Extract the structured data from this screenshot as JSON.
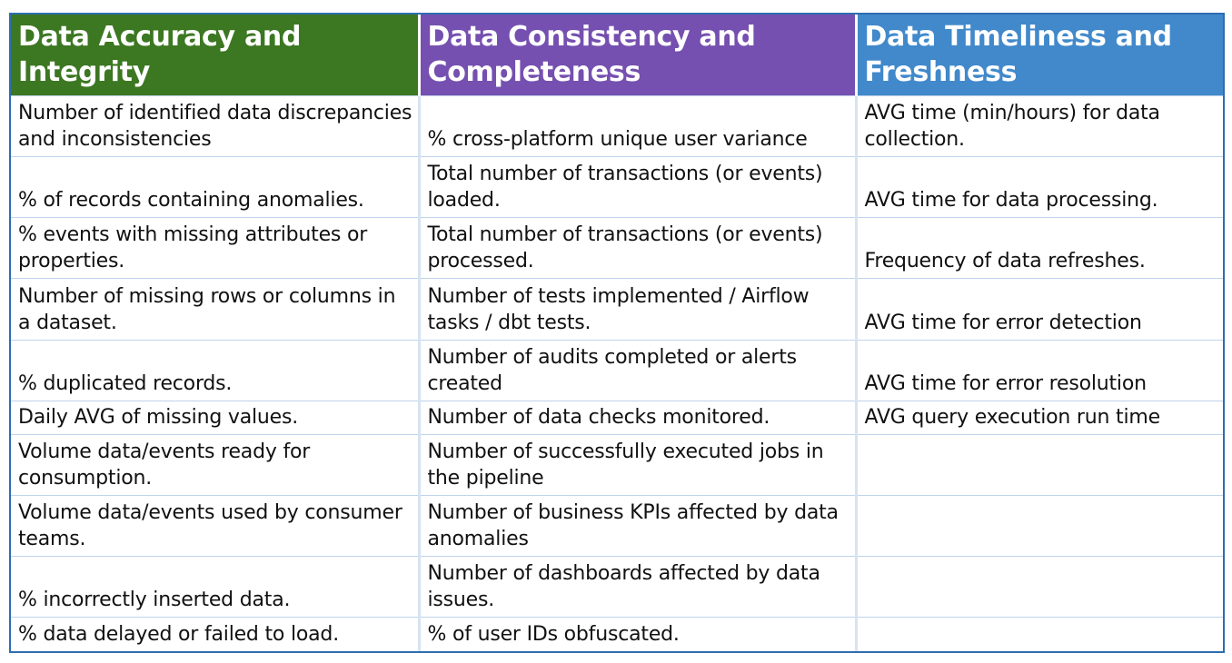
{
  "headers": [
    "Data Accuracy and Integrity",
    "Data Consistency and Completeness",
    "Data Timeliness and Freshness"
  ],
  "rows": [
    [
      "Number of identified data discrepancies and inconsistencies",
      "% cross-platform unique user variance",
      "AVG time (min/hours) for data collection."
    ],
    [
      "% of records containing anomalies.",
      "Total number of transactions (or events) loaded.",
      "AVG time for data processing."
    ],
    [
      "% events with missing attributes or properties.",
      "Total number of transactions (or events) processed.",
      "Frequency of data refreshes."
    ],
    [
      "Number of missing rows or columns in a dataset.",
      "Number of tests implemented / Airflow tasks / dbt tests.",
      "AVG time for error detection"
    ],
    [
      "% duplicated records.",
      "Number of audits completed or alerts created",
      "AVG time for error resolution"
    ],
    [
      "Daily AVG of missing values.",
      "Number of data checks monitored.",
      "AVG query execution run time"
    ],
    [
      "Volume data/events ready for consumption.",
      "Number of successfully executed jobs in the pipeline",
      ""
    ],
    [
      "Volume data/events used by consumer teams.",
      "Number of business KPIs affected by data anomalies",
      ""
    ],
    [
      "% incorrectly inserted data.",
      "Number of dashboards affected by data issues.",
      ""
    ],
    [
      "% data delayed or failed to load.",
      "% of user IDs obfuscated.",
      ""
    ]
  ],
  "colors": {
    "header_accuracy": "#3c7722",
    "header_consistency": "#7550b0",
    "header_timeliness": "#4189cb",
    "border": "#2e6db2"
  }
}
